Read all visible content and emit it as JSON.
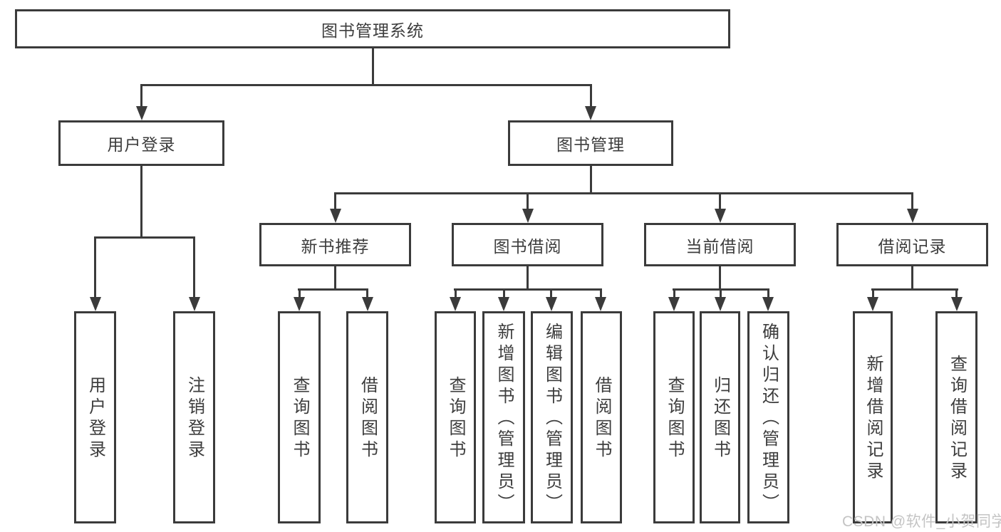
{
  "diagram": {
    "root": {
      "label": "图书管理系统"
    },
    "level2": [
      {
        "label": "用户登录"
      },
      {
        "label": "图书管理"
      }
    ],
    "level3": [
      {
        "label": "新书推荐"
      },
      {
        "label": "图书借阅"
      },
      {
        "label": "当前借阅"
      },
      {
        "label": "借阅记录"
      }
    ],
    "leaves": {
      "login": [
        "用户登录",
        "注销登录"
      ],
      "recommend": [
        "查询图书",
        "借阅图书"
      ],
      "borrow": [
        "查询图书",
        "新增图书（管理员）",
        "编辑图书（管理员）",
        "借阅图书"
      ],
      "current": [
        "查询图书",
        "归还图书",
        "确认归还（管理员）"
      ],
      "records": [
        "新增借阅记录",
        "查询借阅记录"
      ]
    }
  },
  "watermark": {
    "text": "CSDN @软件_小贺同学"
  },
  "colors": {
    "line": "#3b3b3b",
    "text": "#3d3d3d",
    "watermark": "#c4c4c4",
    "background": "#ffffff"
  }
}
